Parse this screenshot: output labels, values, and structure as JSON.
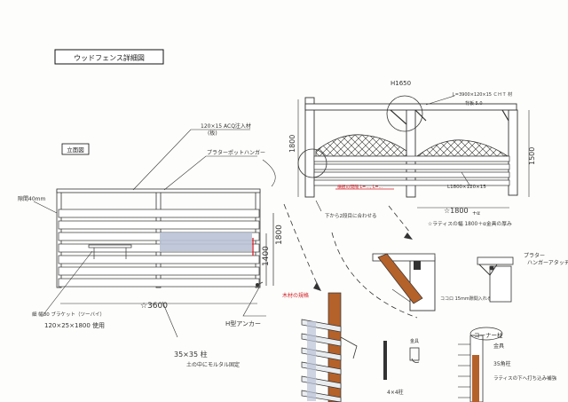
{
  "title": "ウッドフェンス詳細図",
  "section_label": "立面図",
  "annotations": {
    "top_rail": "120×15 ACQ注入材",
    "top_rail_sub": "(板)",
    "planter_hanger": "プラターポットハンガー",
    "gap40": "隙間40mm",
    "post_spec": "120×25×1800 使用",
    "post_note": "細 幅80 ブラケット（ツーバイ）",
    "width_total": "☆3600",
    "h1400": "1400",
    "h1800": "1800",
    "anchor": "H型アンカー",
    "post_35": "35×35 柱",
    "post_35_sub": "土の中にモルタル固定",
    "wood_note": "木材の規格",
    "detail_h1650": "H1650",
    "detail_top": "L=3900×120×15 ＣＨＴ 材",
    "detail_top_sub": "背板 5.0",
    "detail_1800_left": "1800",
    "detail_1500_right": "1500",
    "detail_lower_board": "L1800×120×15",
    "detail_red_note": "横板の間隔 L=..., L=...",
    "detail_front": "下から2段目に合わせる",
    "detail_1800_w": "☆1800",
    "detail_1800_w2": "+α",
    "detail_lattice": "☆ラティスの幅 1800＋α金具の厚み",
    "detail_hanger2": "プラター\nハンガーアタッチ",
    "corner_post": "コーナー柱",
    "fixture": "金具",
    "post_35b": "35角柱",
    "lattice_fix": "ラティスの下へ打ち込み補強",
    "bracket_note": "ココロ\n15mm隙間入れる",
    "pillar_label": "4×4柱",
    "hanger_small": "金具"
  },
  "colors": {
    "ink": "#222222",
    "red": "#d4202a",
    "wood": "#b5612a",
    "shade": "#b9c2d6",
    "board": "#e9ecef"
  }
}
